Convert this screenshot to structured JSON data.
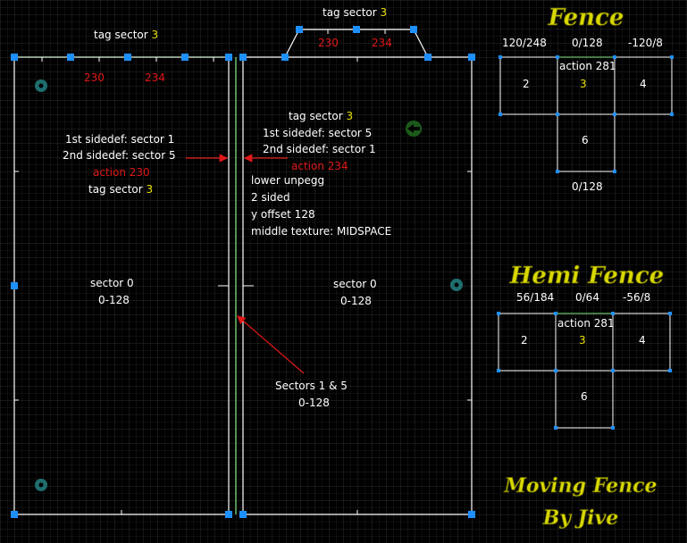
{
  "colors": {
    "background": "#000000",
    "grid": "#1c1c1c",
    "line": "#ffffff",
    "green_line": "#88ee88",
    "vertex": "#1e8fff",
    "thing": "#1e6e6e",
    "red": "#e01818",
    "yellow": "#e8e000",
    "title": "#d8d800"
  },
  "labels": {
    "tag_sector_left": "tag sector",
    "tag_sector_top": "tag sector",
    "tag_number": "3",
    "action_230_top": "230",
    "action_234_top": "234",
    "action_230_left": "230",
    "action_234_left": "234",
    "right_tag": "tag sector",
    "right_side1": "1st sidedef: sector 5",
    "right_side2": "2nd sidedef: sector 1",
    "right_action": "action 234",
    "left_side1": "1st sidedef: sector 1",
    "left_side2": "2nd sidedef: sector 5",
    "left_action": "action 230",
    "left_tag": "tag sector",
    "lower_unpeg": "lower unpegg",
    "two_sided": "2 sided",
    "y_offset": "y offset 128",
    "middle_texture": "middle texture: MIDSPACE",
    "sector0_left": "sector 0",
    "sector0_left_h": "0-128",
    "sector0_right": "sector 0",
    "sector0_right_h": "0-128",
    "sectors15": "Sectors 1 & 5",
    "sectors15_h": "0-128"
  },
  "fence": {
    "title": "Fence",
    "h1": "120/248",
    "h2": "0/128",
    "h3": "-120/8",
    "action": "action 281",
    "s2": "2",
    "s3": "3",
    "s4": "4",
    "s6": "6",
    "bottom": "0/128"
  },
  "hemi": {
    "title": "Hemi Fence",
    "h1": "56/184",
    "h2": "0/64",
    "h3": "-56/8",
    "action": "action 281",
    "s2": "2",
    "s3": "3",
    "s4": "4",
    "s6": "6"
  },
  "credit": {
    "line1": "Moving Fence",
    "line2": "By Jive"
  }
}
